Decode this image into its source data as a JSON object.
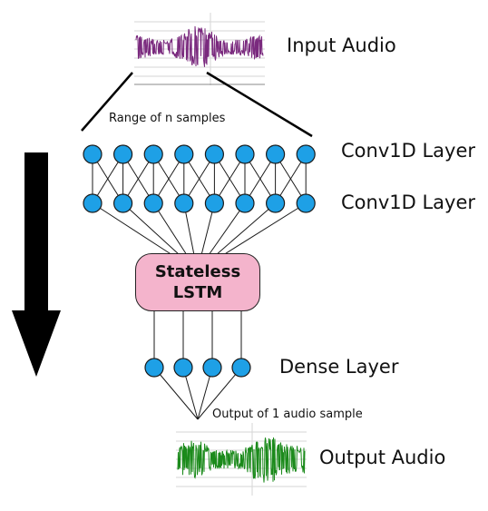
{
  "labels": {
    "input_audio": "Input Audio",
    "range": "Range of n samples",
    "conv1": "Conv1D Layer",
    "conv2": "Conv1D Layer",
    "lstm_line1": "Stateless",
    "lstm_line2": "LSTM",
    "dense": "Dense Layer",
    "output_sample": "Output of 1 audio sample",
    "output_audio": "Output Audio"
  },
  "layers": {
    "conv1_nodes": 8,
    "conv2_nodes": 8,
    "dense_nodes": 4
  },
  "colors": {
    "node_fill": "#1ea0e6",
    "node_stroke": "#1a1a1a",
    "lstm_fill": "#f4b4cc",
    "input_wave": "#7a2a7e",
    "output_wave": "#1b8a1b",
    "arrow": "#000000"
  }
}
